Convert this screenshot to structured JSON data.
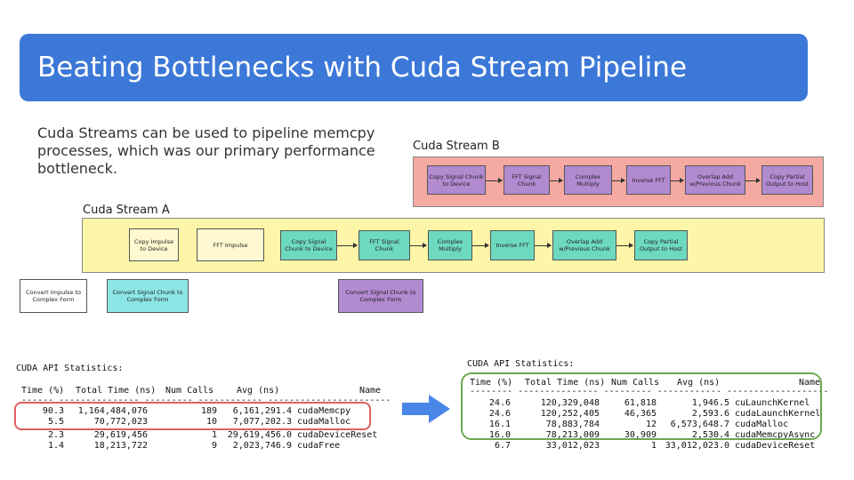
{
  "title": "Beating Bottlenecks with Cuda Stream Pipeline",
  "intro_text": "Cuda Streams can be used to pipeline memcpy processes, which was our primary performance bottleneck.",
  "colors": {
    "title_bar": "#3c78d8",
    "stream_a_bg": "#fdf6a8",
    "stream_b_bg": "#f4a9a2",
    "purple_box": "#b28ad0",
    "teal_box": "#6dd9bf",
    "cyan_box": "#8ce6e6",
    "highlight_red": "#e06060",
    "highlight_green": "#6aa84f",
    "arrow_blue": "#4a86e8"
  },
  "stream_b": {
    "label": "Cuda Stream B",
    "steps": [
      "Copy Signal Chunk to Device",
      "FFT Signal Chunk",
      "Complex Multiply",
      "Inverse FFT",
      "Overlap Add w/Previous Chunk",
      "Copy Partial Output to Host"
    ]
  },
  "stream_a": {
    "label": "Cuda Stream A",
    "pre_steps": [
      "Copy Impulse to Device",
      "FFT Impulse"
    ],
    "steps": [
      "Copy Signal Chunk to Device",
      "FFT Signal Chunk",
      "Complex Multiply",
      "Inverse FFT",
      "Overlap Add w/Previous Chunk",
      "Copy Partial Output to Host"
    ]
  },
  "side_boxes": {
    "convert_impulse": "Convert Impulse to Complex Form",
    "convert_signal_a": "Convert Signal Chunk to Complex Form",
    "convert_signal_b": "Convert Signal Chunk to Complex Form"
  },
  "stats_left": {
    "heading": "CUDA API Statistics:",
    "columns": [
      "Time (%)",
      "Total Time (ns)",
      "Num Calls",
      "Avg (ns)",
      "Name"
    ],
    "rows": [
      [
        "90.3",
        "1,164,484,076",
        "189",
        "6,161,291.4",
        "cudaMemcpy"
      ],
      [
        "5.5",
        "70,772,023",
        "10",
        "7,077,202.3",
        "cudaMalloc"
      ],
      [
        "2.3",
        "29,619,456",
        "1",
        "29,619,456.0",
        "cudaDeviceReset"
      ],
      [
        "1.4",
        "18,213,722",
        "9",
        "2,023,746.9",
        "cudaFree"
      ]
    ]
  },
  "stats_right": {
    "heading": "CUDA API Statistics:",
    "columns": [
      "Time (%)",
      "Total Time (ns)",
      "Num Calls",
      "Avg (ns)",
      "Name"
    ],
    "rows": [
      [
        "24.6",
        "120,329,048",
        "61,818",
        "1,946.5",
        "cuLaunchKernel"
      ],
      [
        "24.6",
        "120,252,405",
        "46,365",
        "2,593.6",
        "cudaLaunchKernel"
      ],
      [
        "16.1",
        "78,883,784",
        "12",
        "6,573,648.7",
        "cudaMalloc"
      ],
      [
        "16.0",
        "78,213,009",
        "30,909",
        "2,530.4",
        "cudaMemcpyAsync"
      ],
      [
        "6.7",
        "33,012,023",
        "1",
        "33,012,023.0",
        "cudaDeviceReset"
      ]
    ]
  }
}
